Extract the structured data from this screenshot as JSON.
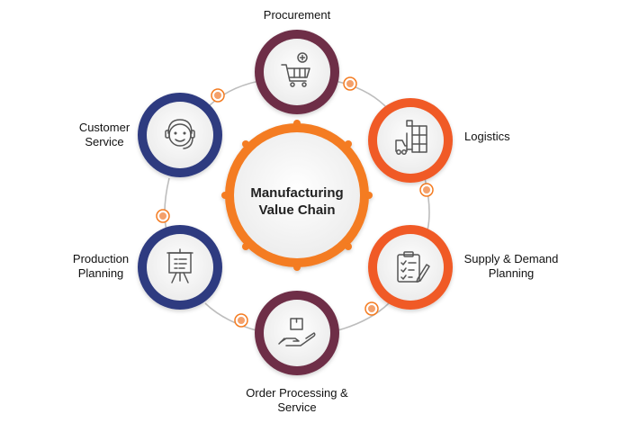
{
  "diagram": {
    "center": {
      "line1": "Manufacturing",
      "line2": "Value Chain",
      "color": "#F47B20"
    },
    "nodes": [
      {
        "id": "procurement",
        "lines": [
          "Procurement"
        ],
        "icon": "shopping-cart-icon",
        "color": "#6E2F47"
      },
      {
        "id": "logistics",
        "lines": [
          "Logistics"
        ],
        "icon": "forklift-warehouse-icon",
        "color": "#F05A28"
      },
      {
        "id": "supply-demand",
        "lines": [
          "Supply & Demand",
          "Planning"
        ],
        "icon": "clipboard-checklist-icon",
        "color": "#F05A28"
      },
      {
        "id": "order-processing",
        "lines": [
          "Order Processing &",
          "Service"
        ],
        "icon": "hand-package-icon",
        "color": "#6E2F47"
      },
      {
        "id": "production-planning",
        "lines": [
          "Production",
          "Planning"
        ],
        "icon": "presentation-board-icon",
        "color": "#2E3A80"
      },
      {
        "id": "customer-service",
        "lines": [
          "Customer",
          "Service"
        ],
        "icon": "headset-agent-icon",
        "color": "#2E3A80"
      }
    ],
    "ring_line_color": "#B9B9B9",
    "connector_dot_color": "#F47B20"
  }
}
